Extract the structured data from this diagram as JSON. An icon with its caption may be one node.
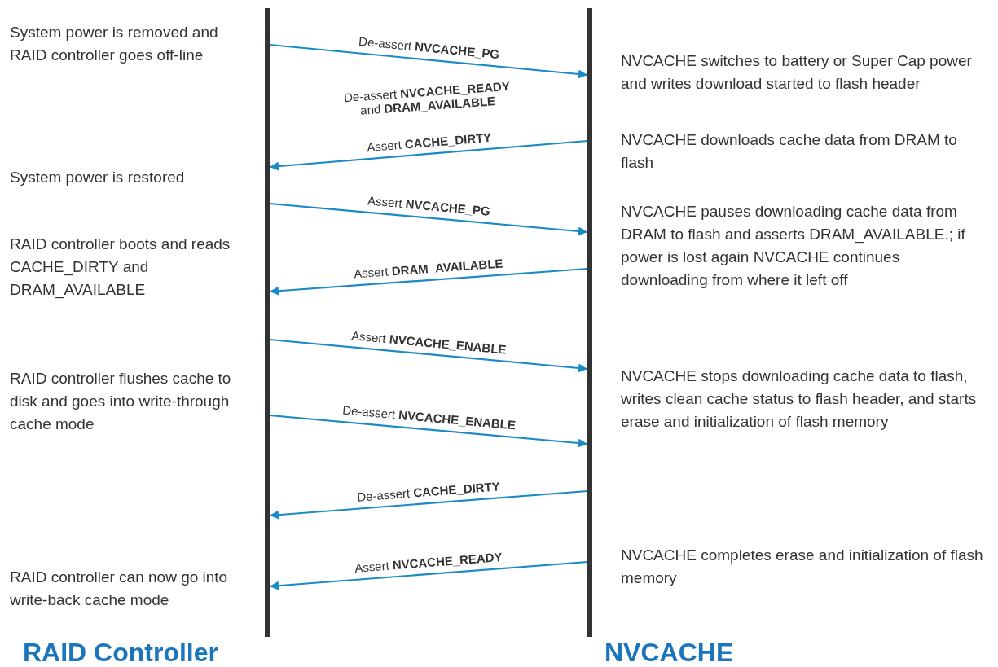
{
  "diagram": {
    "nodes": [
      {
        "text": [
          "RAID Controller"
        ]
      },
      {
        "text": [
          "NVCACHE"
        ]
      }
    ],
    "edges": [
      {
        "from": 0,
        "to": 1,
        "arrow": "to",
        "label": "De-assert **NVCACHE_PG**"
      },
      {
        "from": 1,
        "to": 0,
        "arrow": "to",
        "label": "Assert **CACHE_DIRTY**"
      },
      {
        "from": 0,
        "to": 1,
        "arrow": "to",
        "label": "Assert **NVCACHE_PG**"
      },
      {
        "from": 1,
        "to": 0,
        "arrow": "to",
        "label": "Assert **DRAM_AVAILABLE**"
      },
      {
        "from": 0,
        "to": 1,
        "arrow": "to",
        "label": "Assert **NVCACHE_ENABLE**"
      },
      {
        "from": 0,
        "to": 1,
        "arrow": "to",
        "label": "De-assert **NVCACHE_ENABLE**"
      },
      {
        "from": 1,
        "to": 0,
        "arrow": "to",
        "label": "De-assert **CACHE_DIRTY**"
      },
      {
        "from": 1,
        "to": 0,
        "arrow": "to",
        "label": "Assert **NVCACHE_READY**"
      }
    ],
    "labels": [
      "System power is removed and RAID controller goes off-line",
      "NVCACHE switches to battery or Super Cap power and writes download started to flash header",
      "De-assert **NVCACHE_READY** and **DRAM_AVAILABLE**",
      "NVCACHE downloads cache data from DRAM to flash",
      "System power is restored",
      "NVCACHE pauses downloading cache data from DRAM to flash and asserts DRAM_AVAILABLE.; if power is lost again NVCACHE continues downloading from where it left off",
      "RAID controller boots and reads CACHE_DIRTY and DRAM_AVAILABLE",
      "NVCACHE stops downloading cache data to flash, writes clean cache status to flash header, and starts erase and initialization of flash memory",
      "RAID controller flushes cache to disk and goes into write-through cache mode",
      "NVCACHE completes erase and initialization of flash memory",
      "RAID controller can now go into write-back cache mode"
    ]
  }
}
